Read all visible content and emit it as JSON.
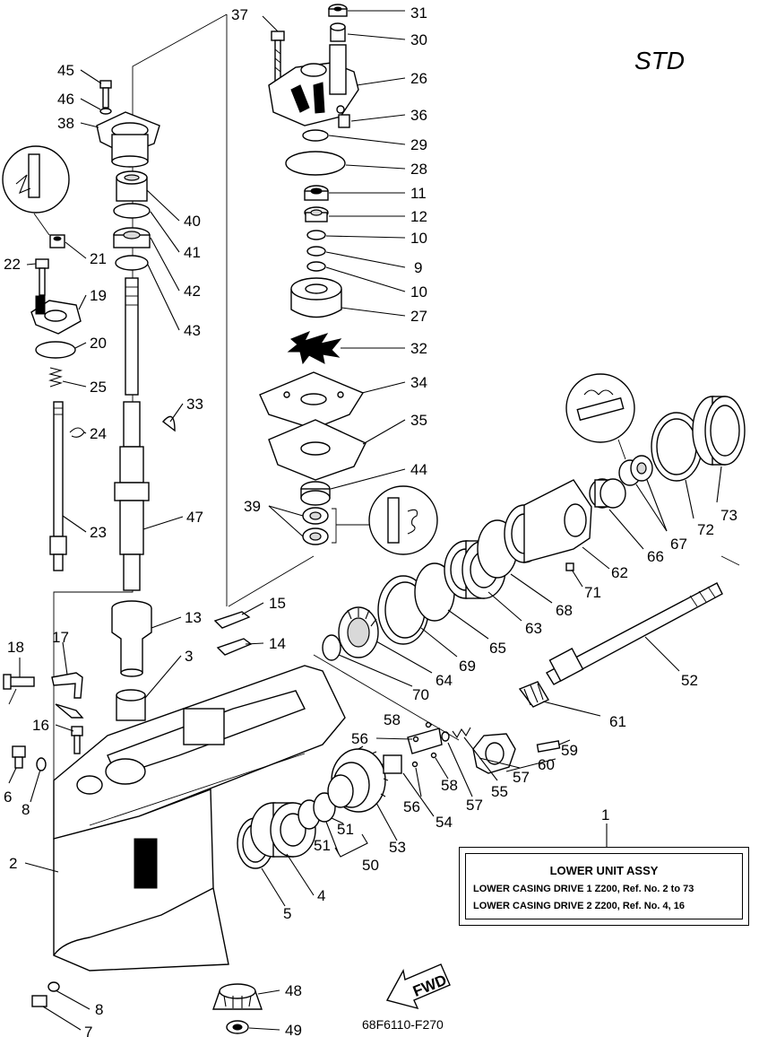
{
  "header": {
    "variant": "STD"
  },
  "assembly_box": {
    "title": "LOWER UNIT ASSY",
    "lines": [
      "LOWER CASING DRIVE 1 Z200,   Ref. No. 2  to  73",
      "LOWER CASING DRIVE 2 Z200,   Ref. No. 4, 16"
    ]
  },
  "diagram_code": "68F6110-F270",
  "direction_arrow": "FWD",
  "callouts": [
    "37",
    "31",
    "30",
    "26",
    "36",
    "29",
    "28",
    "11",
    "12",
    "10",
    "9",
    "10",
    "27",
    "32",
    "34",
    "35",
    "44",
    "39",
    "45",
    "46",
    "38",
    "40",
    "41",
    "42",
    "43",
    "21",
    "22",
    "19",
    "20",
    "25",
    "24",
    "23",
    "33",
    "47",
    "13",
    "15",
    "14",
    "3",
    "18",
    "17",
    "16",
    "6",
    "8",
    "2",
    "8",
    "7",
    "48",
    "49",
    "5",
    "4",
    "51",
    "51",
    "50",
    "53",
    "54",
    "56",
    "58",
    "56",
    "58",
    "57",
    "55",
    "57",
    "60",
    "59",
    "61",
    "52",
    "70",
    "64",
    "69",
    "65",
    "63",
    "68",
    "62",
    "71",
    "66",
    "67",
    "72",
    "73",
    "1"
  ]
}
